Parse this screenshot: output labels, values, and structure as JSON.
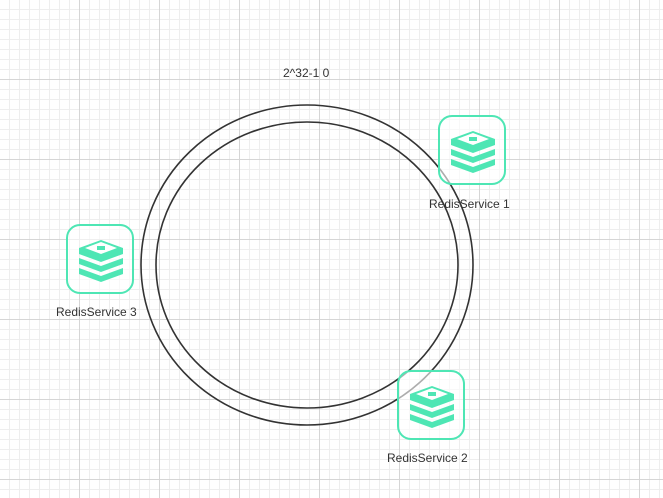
{
  "ring": {
    "label": "2^32-1 0"
  },
  "nodes": [
    {
      "id": "1",
      "label": "RedisService 1",
      "icon": "redis-stack-icon"
    },
    {
      "id": "2",
      "label": "RedisService 2",
      "icon": "redis-stack-icon"
    },
    {
      "id": "3",
      "label": "RedisService 3",
      "icon": "redis-stack-icon"
    }
  ],
  "colors": {
    "ring_stroke": "#333333",
    "icon_accent": "#4ee6b4",
    "text": "#333333"
  }
}
